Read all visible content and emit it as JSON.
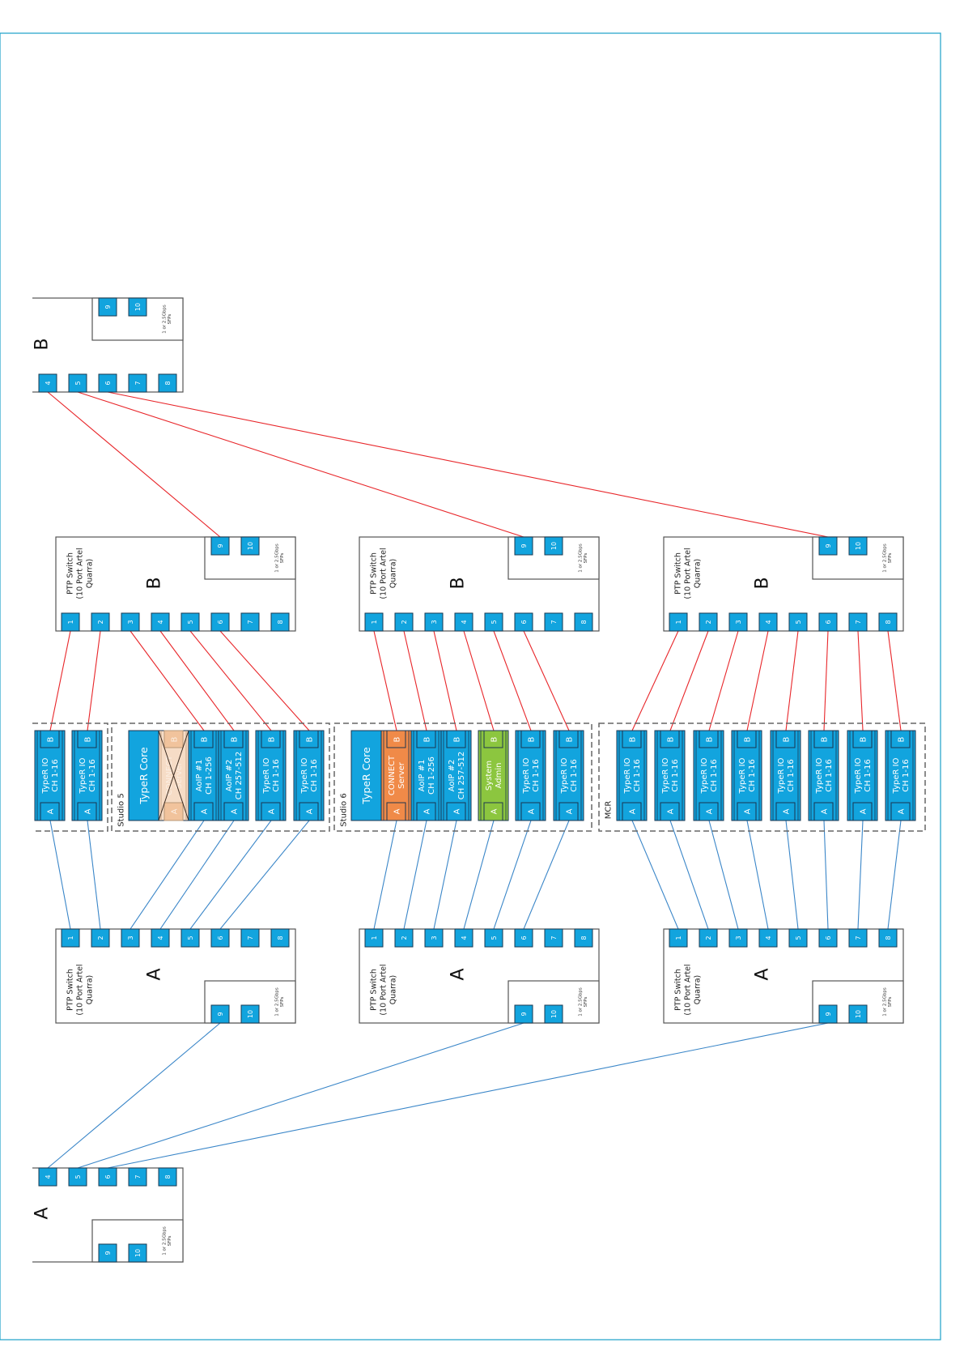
{
  "colors": {
    "frame": "#1aa0c8",
    "port_fill": "#12a4de",
    "port_stroke": "#1b3a52",
    "card_blue": "#12a4de",
    "card_orange": "#f08a48",
    "card_green": "#8cc63f",
    "card_faded": "#f6dcc6",
    "port_faded": "#f1c39c",
    "link_b": "#e8262a",
    "link_a": "#3a86c8",
    "switch_stroke": "#555555",
    "group_stroke": "#666666"
  },
  "sfp_label": [
    "1 or 2.5Gbps",
    "SFPs"
  ],
  "core_switches": {
    "top": {
      "letter": "B",
      "ports": [
        "4",
        "5",
        "6",
        "7",
        "8"
      ],
      "sfp_ports": [
        "9",
        "10"
      ],
      "uplinks": [
        "4",
        "5",
        "6"
      ]
    },
    "bottom": {
      "letter": "A",
      "ports": [
        "4",
        "5",
        "6",
        "7",
        "8"
      ],
      "sfp_ports": [
        "9",
        "10"
      ],
      "uplinks": [
        "4",
        "5",
        "6"
      ]
    }
  },
  "columns": [
    {
      "switch_b": {
        "label": [
          "PTP Switch",
          "(10 Port Artel",
          "Quarra)"
        ],
        "letter": "B"
      },
      "switch_a": {
        "label": [
          "PTP Switch",
          "(10 Port Artel",
          "Quarra)"
        ],
        "letter": "A"
      },
      "ports": [
        "1",
        "2",
        "3",
        "4",
        "5",
        "6",
        "7",
        "8"
      ],
      "sfp_ports": [
        "9",
        "10"
      ]
    },
    {
      "switch_b": {
        "label": [
          "PTP Switch",
          "(10 Port Artel",
          "Quarra)"
        ],
        "letter": "B"
      },
      "switch_a": {
        "label": [
          "PTP Switch",
          "(10 Port Artel",
          "Quarra)"
        ],
        "letter": "A"
      },
      "ports": [
        "1",
        "2",
        "3",
        "4",
        "5",
        "6",
        "7",
        "8"
      ],
      "sfp_ports": [
        "9",
        "10"
      ]
    },
    {
      "switch_b": {
        "label": [
          "PTP Switch",
          "(10 Port Artel",
          "Quarra)"
        ],
        "letter": "B"
      },
      "switch_a": {
        "label": [
          "PTP Switch",
          "(10 Port Artel",
          "Quarra)"
        ],
        "letter": "A"
      },
      "ports": [
        "1",
        "2",
        "3",
        "4",
        "5",
        "6",
        "7",
        "8"
      ],
      "sfp_ports": [
        "9",
        "10"
      ]
    }
  ],
  "groups": [
    {
      "label": "",
      "column": 0,
      "cards": [
        {
          "lines": [
            "TypeR IO",
            "CH 1-16"
          ],
          "color": "blue",
          "port_a": "A",
          "port_b": "B",
          "switch_port": 1
        },
        {
          "lines": [
            "TypeR IO",
            "CH 1-16"
          ],
          "color": "blue",
          "port_a": "A",
          "port_b": "B",
          "switch_port": 2
        }
      ]
    },
    {
      "label": "Studio 5",
      "column": 0,
      "cards": [
        {
          "lines": [
            "TypeR Core"
          ],
          "color": "blue"
        },
        {
          "lines": [
            "CONNECT",
            "Server"
          ],
          "color": "faded",
          "port_a": "A",
          "port_b": "B",
          "crossed": true
        },
        {
          "lines": [
            "AoIP #1",
            "CH 1-256"
          ],
          "color": "blue",
          "port_a": "A",
          "port_b": "B",
          "switch_port": 3
        },
        {
          "lines": [
            "AoIP #2",
            "CH 257-512"
          ],
          "color": "blue",
          "port_a": "A",
          "port_b": "B",
          "switch_port": 4
        },
        {
          "lines": [
            "TypeR IO",
            "CH 1-16"
          ],
          "color": "blue",
          "port_a": "A",
          "port_b": "B",
          "switch_port": 5
        },
        {
          "lines": [
            "TypeR IO",
            "CH 1-16"
          ],
          "color": "blue",
          "port_a": "A",
          "port_b": "B",
          "switch_port": 6
        }
      ]
    },
    {
      "label": "Studio 6",
      "column": 1,
      "cards": [
        {
          "lines": [
            "TypeR Core"
          ],
          "color": "blue"
        },
        {
          "lines": [
            "CONNECT",
            "Server"
          ],
          "color": "orange",
          "port_a": "A",
          "port_b": "B",
          "switch_port": 1
        },
        {
          "lines": [
            "AoIP #1",
            "CH 1-256"
          ],
          "color": "blue",
          "port_a": "A",
          "port_b": "B",
          "switch_port": 2
        },
        {
          "lines": [
            "AoIP #2",
            "CH 257-512"
          ],
          "color": "blue",
          "port_a": "A",
          "port_b": "B",
          "switch_port": 3
        },
        {
          "lines": [
            "System",
            "Admin"
          ],
          "color": "green",
          "port_a": "A",
          "port_b": "B",
          "switch_port": 4
        },
        {
          "lines": [
            "TypeR IO",
            "CH 1-16"
          ],
          "color": "blue",
          "port_a": "A",
          "port_b": "B",
          "switch_port": 5
        },
        {
          "lines": [
            "TypeR IO",
            "CH 1-16"
          ],
          "color": "blue",
          "port_a": "A",
          "port_b": "B",
          "switch_port": 6
        }
      ]
    },
    {
      "label": "MCR",
      "column": 2,
      "cards": [
        {
          "lines": [
            "TypeR IO",
            "CH 1-16"
          ],
          "color": "blue",
          "port_a": "A",
          "port_b": "B",
          "switch_port": 1
        },
        {
          "lines": [
            "TypeR IO",
            "CH 1-16"
          ],
          "color": "blue",
          "port_a": "A",
          "port_b": "B",
          "switch_port": 2
        },
        {
          "lines": [
            "TypeR IO",
            "CH 1-16"
          ],
          "color": "blue",
          "port_a": "A",
          "port_b": "B",
          "switch_port": 3
        },
        {
          "lines": [
            "TypeR IO",
            "CH 1-16"
          ],
          "color": "blue",
          "port_a": "A",
          "port_b": "B",
          "switch_port": 4
        },
        {
          "lines": [
            "TypeR IO",
            "CH 1-16"
          ],
          "color": "blue",
          "port_a": "A",
          "port_b": "B",
          "switch_port": 5
        },
        {
          "lines": [
            "TypeR IO",
            "CH 1-16"
          ],
          "color": "blue",
          "port_a": "A",
          "port_b": "B",
          "switch_port": 6
        },
        {
          "lines": [
            "TypeR IO",
            "CH 1-16"
          ],
          "color": "blue",
          "port_a": "A",
          "port_b": "B",
          "switch_port": 7
        },
        {
          "lines": [
            "TypeR IO",
            "CH 1-16"
          ],
          "color": "blue",
          "port_a": "A",
          "port_b": "B",
          "switch_port": 8
        }
      ]
    }
  ]
}
